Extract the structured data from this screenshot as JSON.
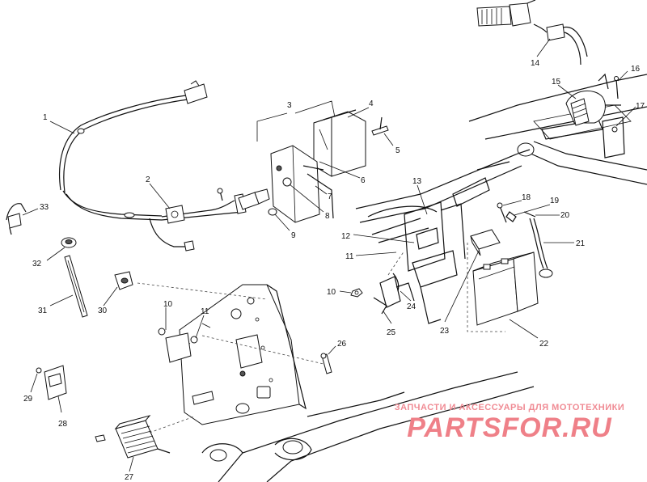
{
  "callouts": [
    "1",
    "2",
    "3",
    "4",
    "5",
    "6",
    "7",
    "8",
    "9",
    "10",
    "10",
    "11",
    "11",
    "12",
    "13",
    "14",
    "15",
    "16",
    "17",
    "18",
    "19",
    "20",
    "21",
    "22",
    "23",
    "24",
    "25",
    "26",
    "27",
    "28",
    "29",
    "30",
    "31",
    "32",
    "33"
  ],
  "watermark": {
    "caption": "ЗАПЧАСТИ И АКСЕССУАРЫ ДЛЯ МОТОТЕХНИКИ",
    "logo": "PARTSFOR.RU"
  }
}
